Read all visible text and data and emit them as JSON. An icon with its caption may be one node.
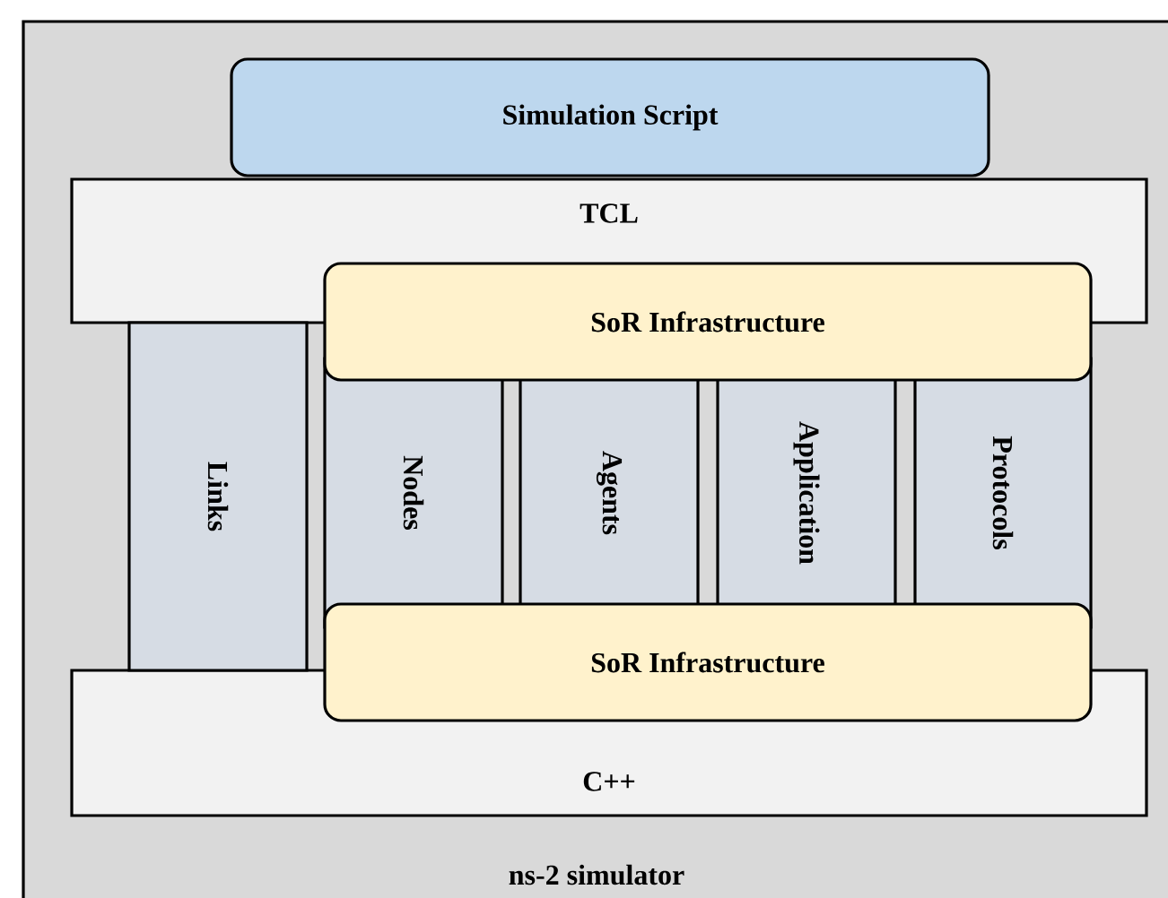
{
  "diagram": {
    "nodes": [
      {
        "text": [
          "ns-2 simulator"
        ]
      },
      {
        "text": [
          "Simulation Script"
        ],
        "in": 0
      },
      {
        "text": [
          "TCL"
        ],
        "in": 0
      },
      {
        "text": [
          "SoR Infrastructure"
        ],
        "in": 0
      },
      {
        "text": [
          "Links"
        ],
        "in": 0
      },
      {
        "text": [
          "Nodes"
        ],
        "in": 0
      },
      {
        "text": [
          "Agents"
        ],
        "in": 0
      },
      {
        "text": [
          "Application"
        ],
        "in": 0
      },
      {
        "text": [
          "Protocols"
        ],
        "in": 0
      },
      {
        "text": [
          "SoR Infrastructure"
        ],
        "in": 0
      },
      {
        "text": [
          "C++"
        ],
        "in": 0
      }
    ],
    "edges": []
  }
}
